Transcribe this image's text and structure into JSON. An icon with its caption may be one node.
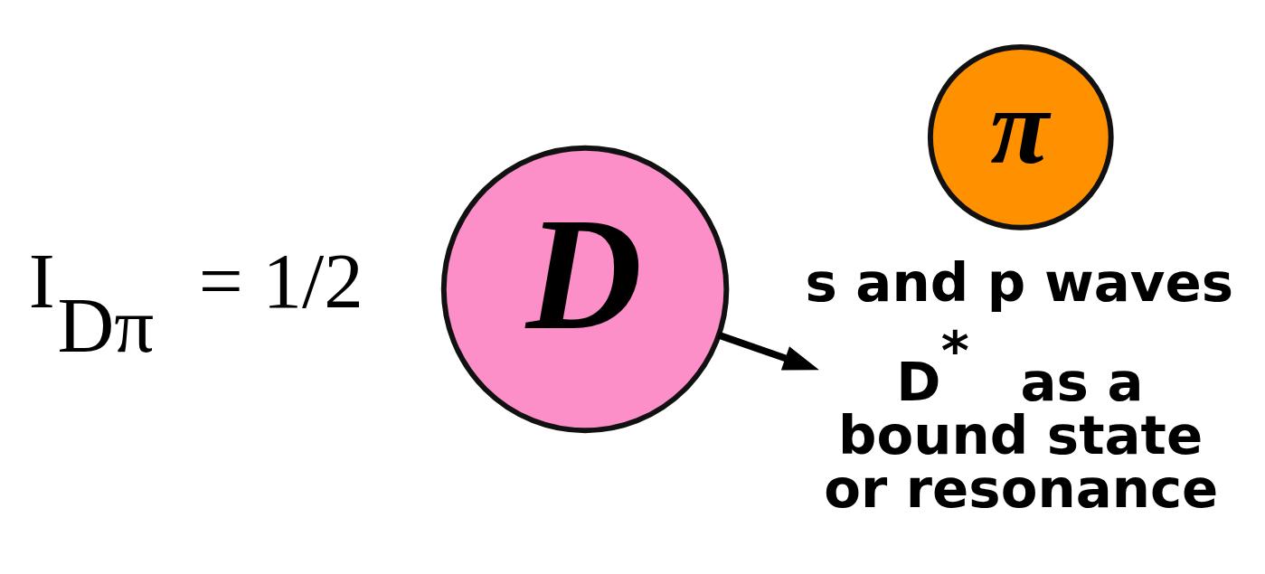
{
  "diagram": {
    "nodes": [
      {
        "text": [
          "D"
        ]
      },
      {
        "text": [
          "π"
        ]
      },
      {
        "text": [
          "D$^{*}$ as a bound state or resonance"
        ]
      }
    ],
    "edges": [
      {
        "from": 0,
        "to": 2,
        "arrow": "to"
      }
    ],
    "labels": [
      "I$_{Dπ}$ = 1/2",
      "s and p waves"
    ]
  }
}
